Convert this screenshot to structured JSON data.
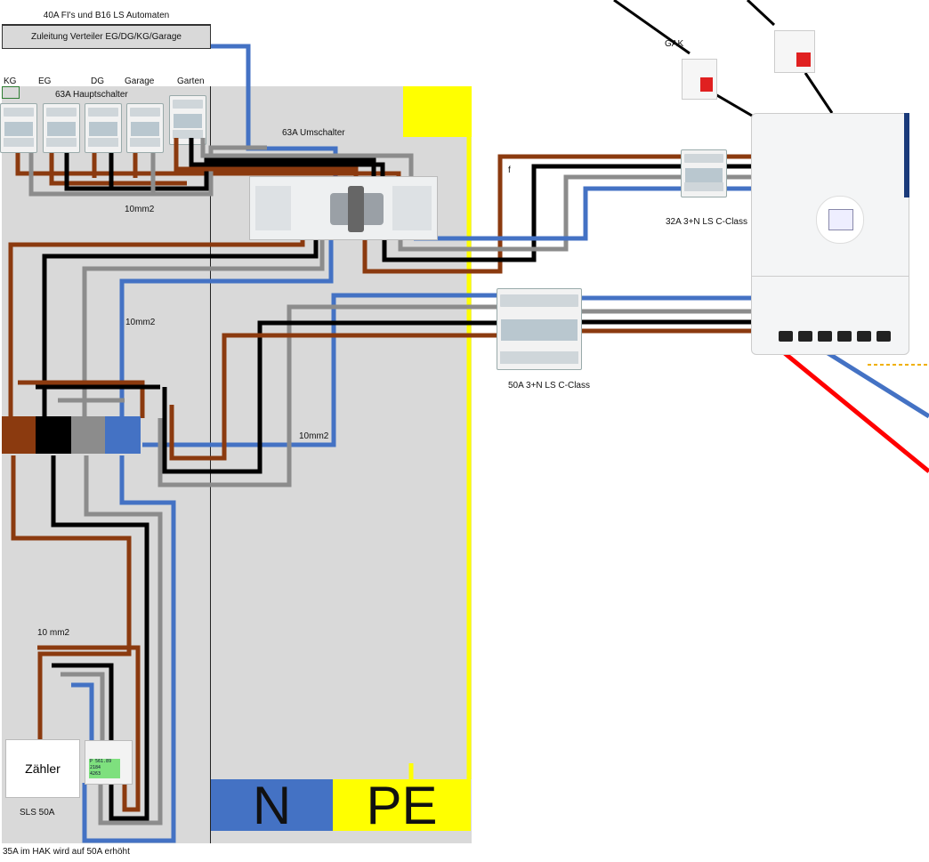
{
  "header": {
    "automaten_label": "40A FI's und B16 LS Automaten",
    "zuleitung_label": "Zuleitung Verteiler EG/DG/KG/Garage"
  },
  "circuits": [
    "KG",
    "EG",
    "DG",
    "Garage",
    "Garten"
  ],
  "labels": {
    "hauptschalter": "63A Hauptschalter",
    "umschalter": "63A Umschalter",
    "cross_section_1": "10mm2",
    "cross_section_2": "10mm2",
    "cross_section_3": "10mm2",
    "cross_section_4": "10 mm2",
    "breaker_32a": "32A 3+N LS C-Class",
    "breaker_50a": "50A 3+N LS C-Class",
    "gak": "GAK",
    "f_mark": "f",
    "zaehler": "Zähler",
    "sls": "SLS 50A",
    "footer": "35A im HAK wird  auf 50A erhöht"
  },
  "busbars": {
    "n": "N",
    "pe": "PE"
  },
  "meter_display": [
    "P 561.89",
    "2184",
    "4263"
  ],
  "colors": {
    "brown": "#8b3a0f",
    "black": "#000000",
    "grey": "#8c8c8c",
    "blue": "#4472c4",
    "yellow": "#ffff00",
    "red": "#ff0000",
    "panel": "#d9d9d9"
  }
}
